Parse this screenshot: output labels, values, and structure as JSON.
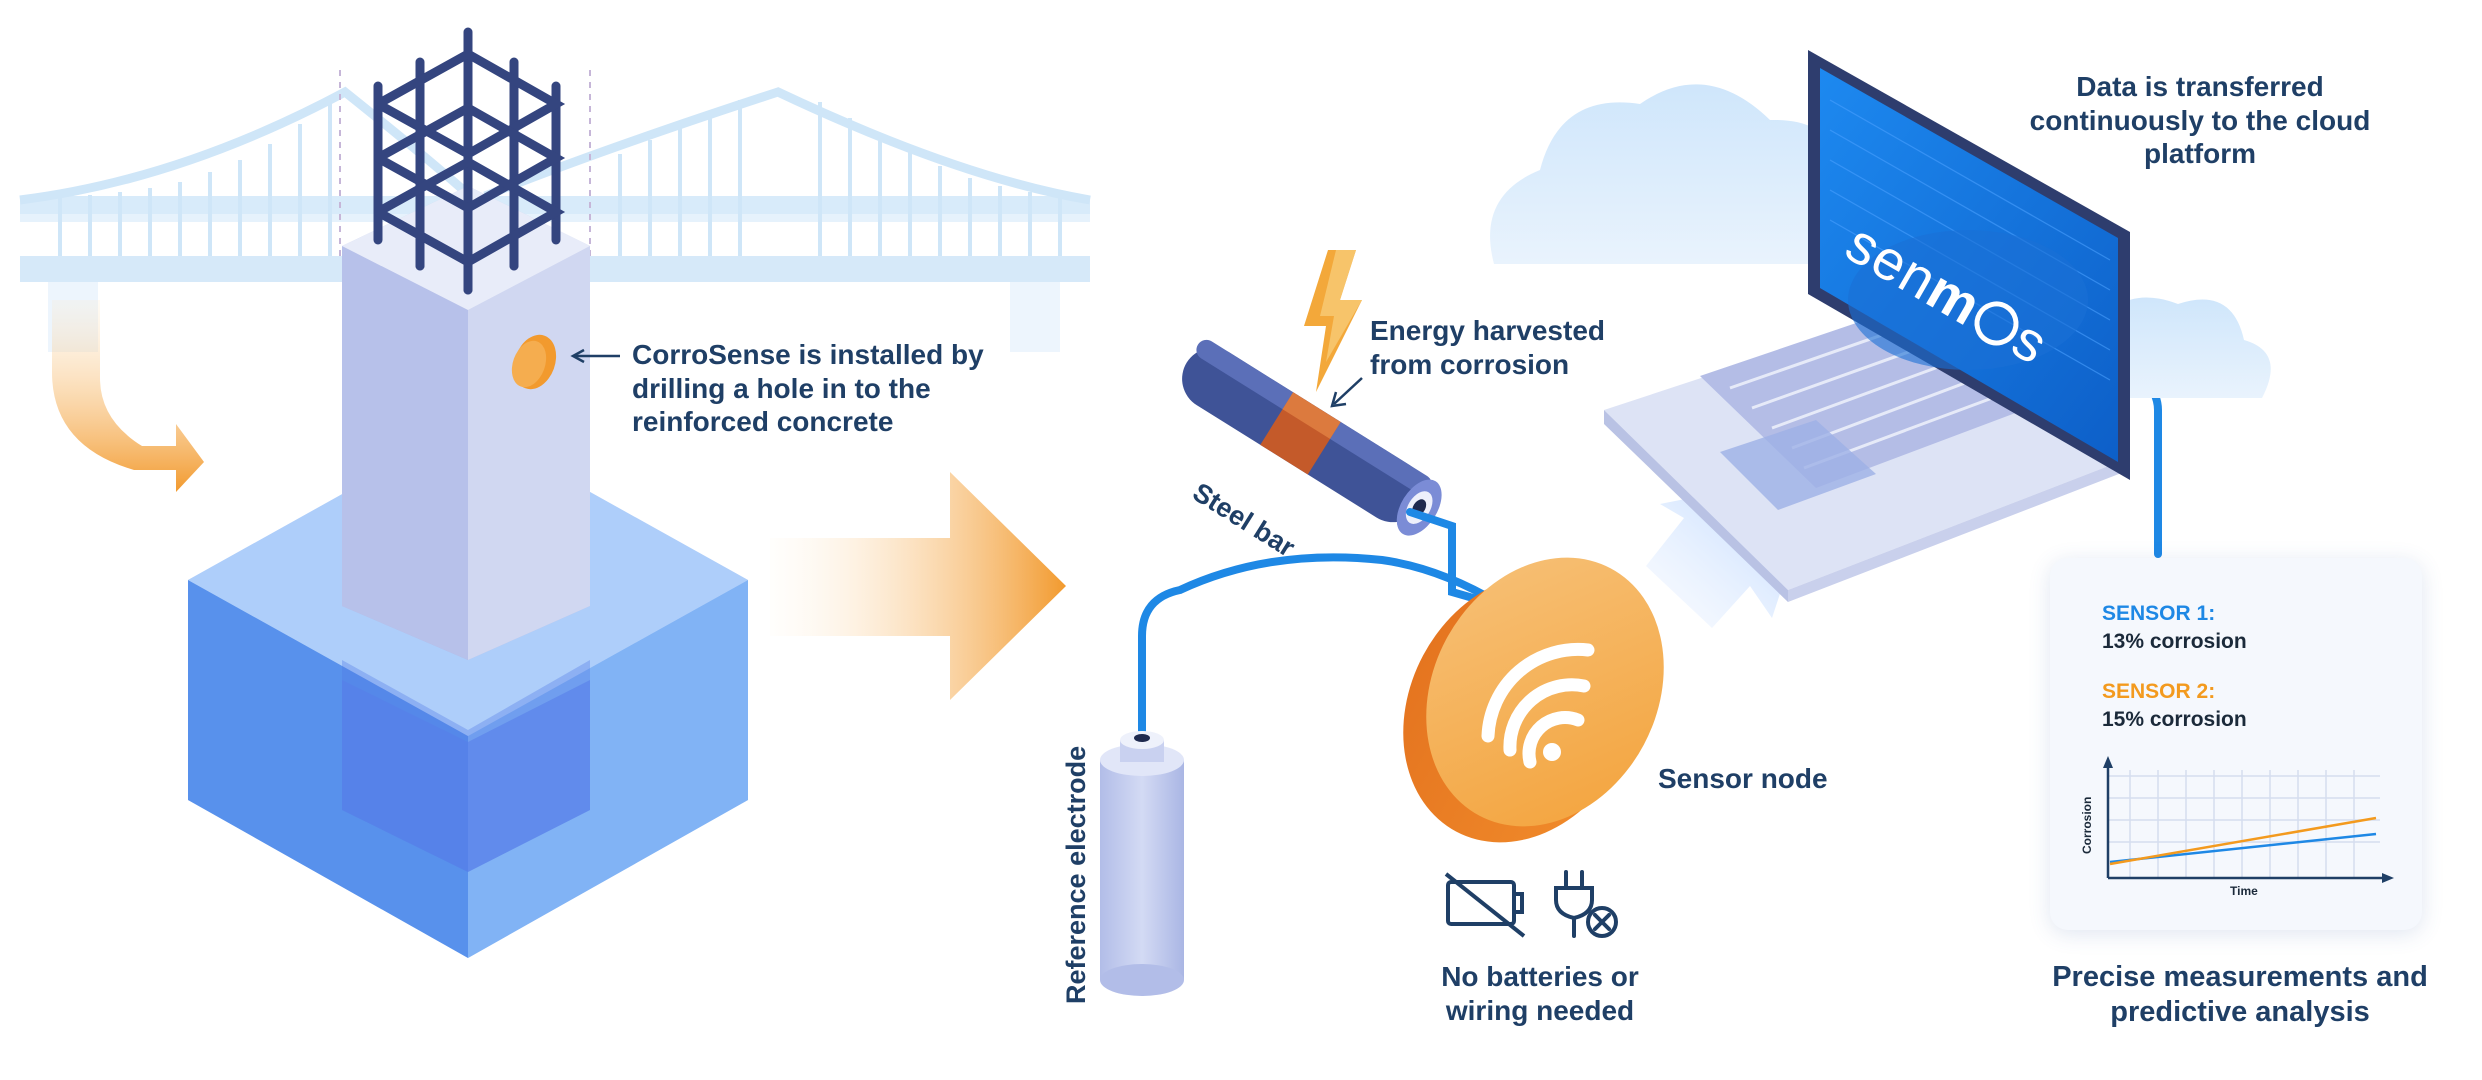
{
  "labels": {
    "installed": [
      "CorroSense is installed by",
      "drilling a hole in to the",
      "reinforced concrete"
    ],
    "energy": [
      "Energy harvested",
      "from corrosion"
    ],
    "steel_bar": "Steel bar",
    "reference_electrode": "Reference electrode",
    "sensor_node": "Sensor node",
    "no_batteries": [
      "No batteries or",
      "wiring needed"
    ],
    "data_transferred": [
      "Data is transferred",
      "continuously to the cloud",
      "platform"
    ],
    "precise": [
      "Precise measurements and",
      "predictive analysis"
    ]
  },
  "screen": {
    "logo_pre": "sen",
    "logo_mid": "m",
    "logo_post": "s"
  },
  "card": {
    "sensor1_title": "SENSOR 1:",
    "sensor1_value": "13% corrosion",
    "sensor2_title": "SENSOR 2:",
    "sensor2_value": "15% corrosion",
    "y_axis": "Corrosion",
    "x_axis": "Time"
  },
  "colors": {
    "navy_text": "#1f3f66",
    "sensor1": "#1e88e5",
    "sensor2": "#f39a1e",
    "orange": "#f29a2e",
    "blue_cable": "#1e88e5",
    "concrete_blue": "#4a86e8"
  },
  "icons": [
    "lightning-icon",
    "wifi-icon",
    "no-battery-icon",
    "no-plug-icon",
    "cloud-icon"
  ]
}
